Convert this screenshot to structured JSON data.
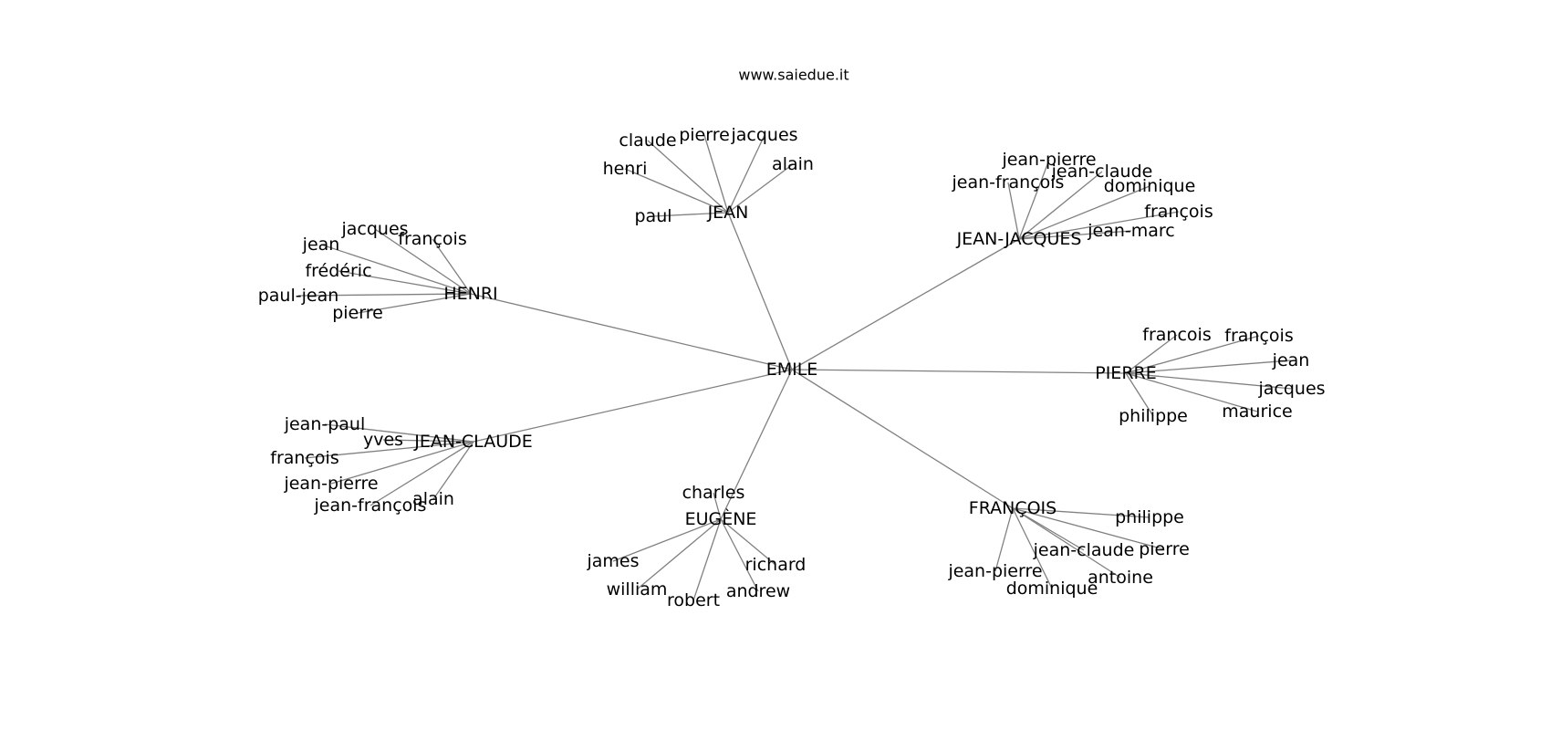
{
  "source": "www.saiedue.it",
  "graph": {
    "center": "EMILE",
    "groups": [
      {
        "hub": "JEAN",
        "leaves": [
          "claude",
          "pierre",
          "jacques",
          "alain",
          "henri",
          "paul"
        ]
      },
      {
        "hub": "JEAN-JACQUES",
        "leaves": [
          "jean-pierre",
          "jean-claude",
          "jean-françois",
          "dominique",
          "françois",
          "jean-marc"
        ]
      },
      {
        "hub": "HENRI",
        "leaves": [
          "jacques",
          "françois",
          "jean",
          "frédéric",
          "paul-jean",
          "pierre"
        ]
      },
      {
        "hub": "PIERRE",
        "leaves": [
          "francois",
          "françois",
          "jean",
          "jacques",
          "maurice",
          "philippe"
        ]
      },
      {
        "hub": "JEAN-CLAUDE",
        "leaves": [
          "jean-paul",
          "yves",
          "françois",
          "jean-pierre",
          "jean-françois",
          "alain"
        ]
      },
      {
        "hub": "EUGÈNE",
        "leaves": [
          "charles",
          "james",
          "richard",
          "william",
          "robert",
          "andrew"
        ]
      },
      {
        "hub": "FRANÇOIS",
        "leaves": [
          "philippe",
          "jean-claude",
          "pierre",
          "jean-pierre",
          "antoine",
          "dominique"
        ]
      }
    ]
  }
}
